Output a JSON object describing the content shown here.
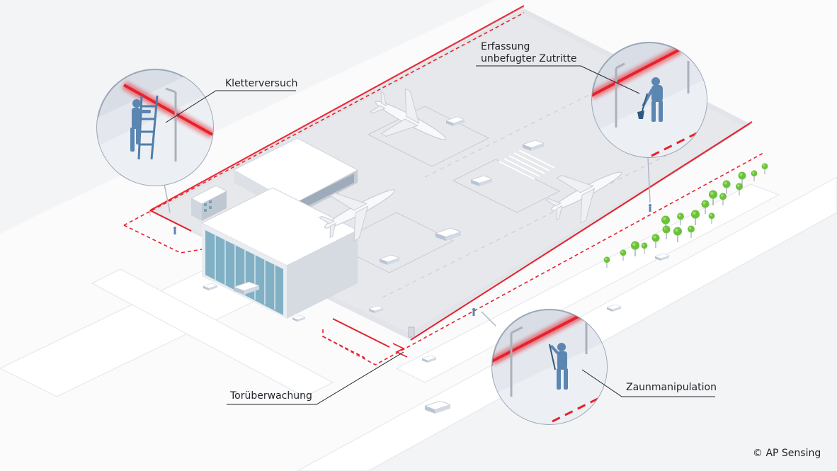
{
  "labels": {
    "klettern": "Kletterversuch",
    "erfassung_line1": "Erfassung",
    "erfassung_line2": "unbefugter Zutritte",
    "tor": "Torüberwachung",
    "zaun": "Zaunmanipulation"
  },
  "copyright": "© AP Sensing",
  "colors": {
    "background": "#f3f4f6",
    "ground": "#ffffff",
    "apron": "#dfe1e7",
    "fence_sensor": "#e8212b",
    "person": "#5b86b2",
    "glass": "#6ea6bd",
    "tree": "#6dc23b",
    "leader_line": "#1f2328"
  },
  "icons": [
    "ladder-icon",
    "person-climbing-icon",
    "person-digging-icon",
    "person-cutting-icon",
    "airplane-icon",
    "bus-icon",
    "tree-icon"
  ]
}
